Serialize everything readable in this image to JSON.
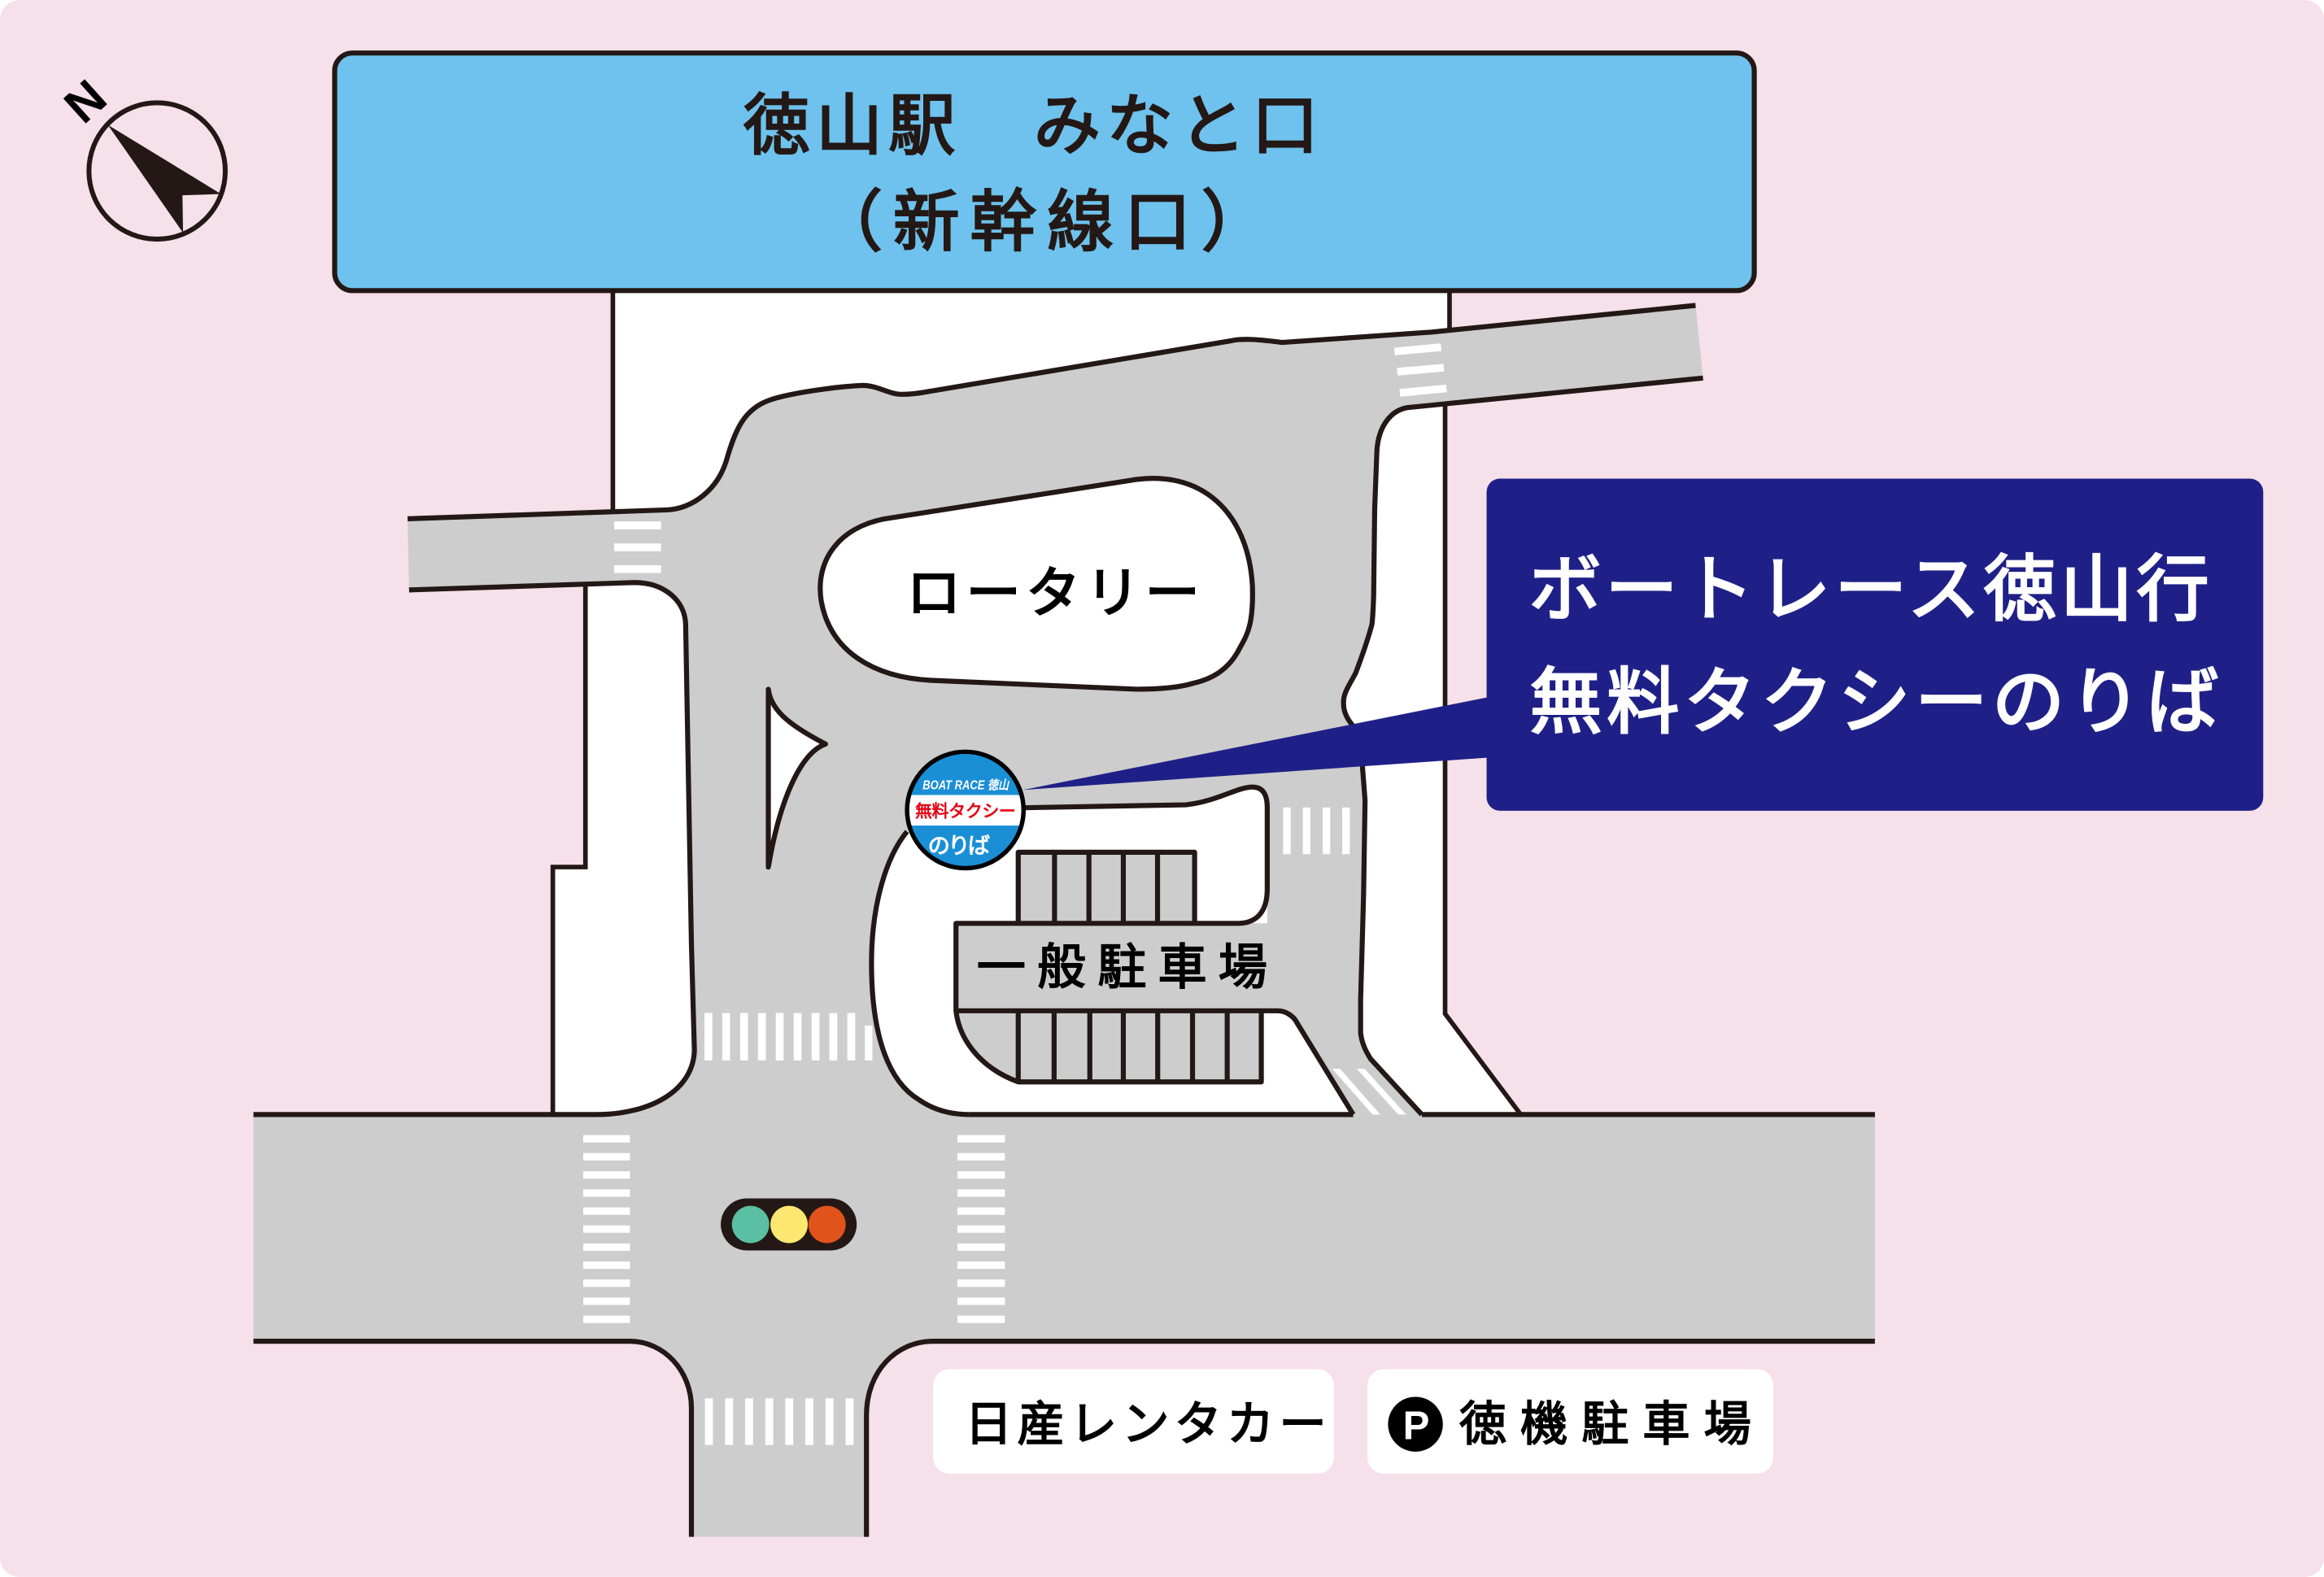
{
  "map": {
    "title": {
      "line1": "徳山駅　みなと口",
      "line2": "（新幹線口）"
    },
    "compass": {
      "north_label": "N",
      "icon": "north-arrow-icon"
    },
    "callout": {
      "line1": "ボートレース徳山行",
      "line2": "無料タクシーのりば"
    },
    "taxi_stop_badge": {
      "top": "BOAT RACE 徳山",
      "middle": "無料タクシー",
      "bottom": "のりば"
    },
    "areas": {
      "rotary": "ロータリー",
      "parking": "一般駐車場"
    },
    "landmarks": [
      {
        "label": "日産レンタカー"
      },
      {
        "icon": "P",
        "label": "徳機駐車場"
      }
    ],
    "traffic_light": {
      "lights": [
        "green",
        "yellow",
        "red"
      ]
    }
  },
  "colors": {
    "background": "#F6E0E9",
    "plaza": "#FFFFFF",
    "road": "#CDCDCD",
    "outline": "#231815",
    "station_box": "#6EC2ED",
    "callout": "#1F2087",
    "badge_blue": "#1A8FD6",
    "badge_red": "#E60012",
    "light_housing": "#231815",
    "light_green": "#5BBFA3",
    "light_yellow": "#FCE770",
    "light_red": "#E0541B"
  }
}
